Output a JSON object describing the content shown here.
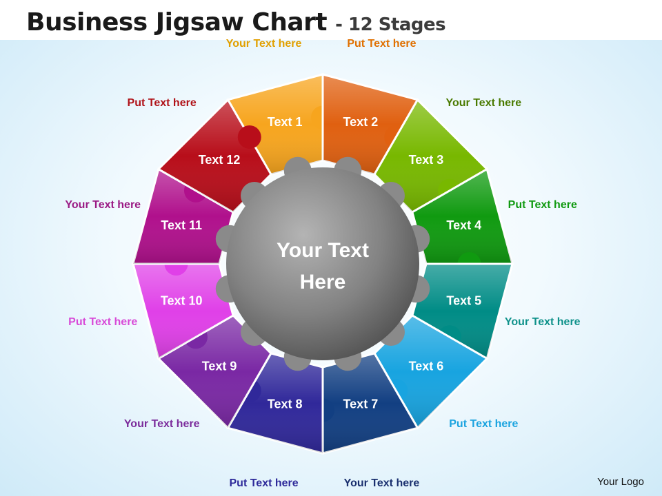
{
  "title": "Business Jigsaw Chart",
  "subtitle": "- 12 Stages",
  "center_text": [
    "Your Text",
    "Here"
  ],
  "pieces": [
    {
      "label": "Text 1",
      "color": "#f7a51e",
      "outer_label": "Your Text here",
      "outer_color": "#e1a000"
    },
    {
      "label": "Text 2",
      "color": "#e06010",
      "outer_label": "Put Text here",
      "outer_color": "#e07000"
    },
    {
      "label": "Text 3",
      "color": "#78b800",
      "outer_label": "Your Text here",
      "outer_color": "#4a7a00"
    },
    {
      "label": "Text 4",
      "color": "#109a10",
      "outer_label": "Put Text here",
      "outer_color": "#119a11"
    },
    {
      "label": "Text 5",
      "color": "#008c86",
      "outer_label": "Your Text here",
      "outer_color": "#0e918a"
    },
    {
      "label": "Text 6",
      "color": "#18a4e0",
      "outer_label": "Put Text  here",
      "outer_color": "#1aa3df"
    },
    {
      "label": "Text 7",
      "color": "#123f82",
      "outer_label": "Your Text  here",
      "outer_color": "#1a2f6e"
    },
    {
      "label": "Text 8",
      "color": "#30289a",
      "outer_label": "Put Text  here",
      "outer_color": "#2e2a9a"
    },
    {
      "label": "Text 9",
      "color": "#7a28a4",
      "outer_label": "Your Text  here",
      "outer_color": "#7b2b9b"
    },
    {
      "label": "Text 10",
      "color": "#e040e8",
      "outer_label": "Put Text  here",
      "outer_color": "#d84ad8"
    },
    {
      "label": "Text 11",
      "color": "#b0108c",
      "outer_label": "Your Text  here",
      "outer_color": "#9a1a84"
    },
    {
      "label": "Text 12",
      "color": "#b80e1a",
      "outer_label": "Put Text  here",
      "outer_color": "#b01218"
    }
  ],
  "logo": "Your Logo"
}
